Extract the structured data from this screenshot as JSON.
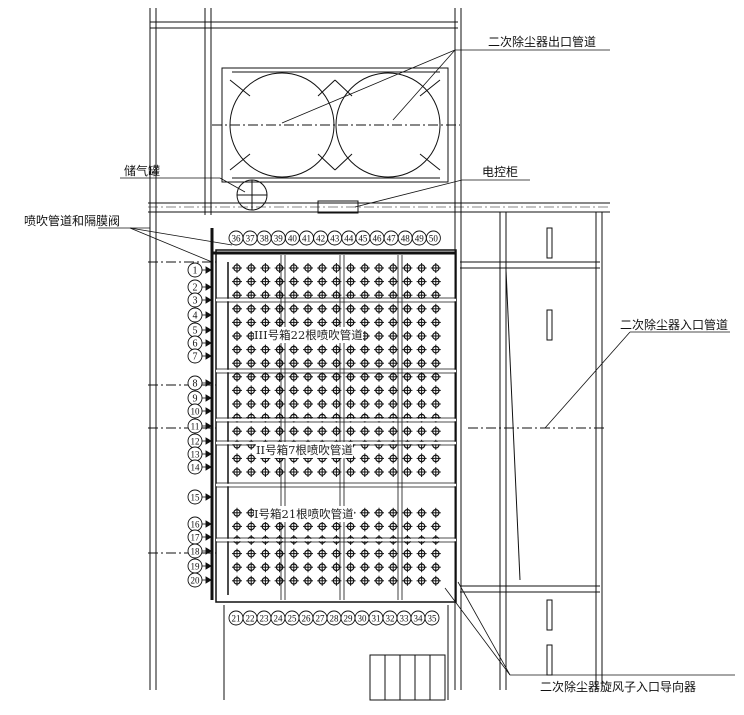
{
  "labels": {
    "outlet_pipe": "二次除尘器出口管道",
    "air_tank": "储气罐",
    "control_cabinet": "电控柜",
    "blow_pipe_valve": "喷吹管道和隔膜阀",
    "inlet_pipe": "二次除尘器入口管道",
    "inlet_guide": "二次除尘器旋风子入口导向器"
  },
  "boxes": {
    "box3": "III号箱22根喷吹管道",
    "box2": "II号箱7根喷吹管道",
    "box1": "I号箱21根喷吹管道"
  },
  "numbers": {
    "left": [
      "1",
      "2",
      "3",
      "4",
      "5",
      "6",
      "7",
      "8",
      "9",
      "10",
      "11",
      "12",
      "13",
      "14",
      "15",
      "16",
      "17",
      "18",
      "19",
      "20"
    ],
    "bottom": [
      "21",
      "22",
      "23",
      "24",
      "25",
      "26",
      "27",
      "28",
      "29",
      "30",
      "31",
      "32",
      "33",
      "34",
      "35"
    ],
    "top": [
      "36",
      "37",
      "38",
      "39",
      "40",
      "41",
      "42",
      "43",
      "44",
      "45",
      "46",
      "47",
      "48",
      "49",
      "50"
    ]
  }
}
